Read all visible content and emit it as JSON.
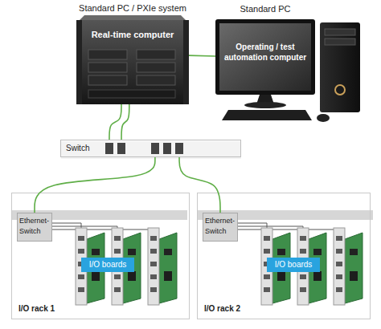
{
  "diagram": {
    "nodes": [
      {
        "text": [
          "Standard PC / PXIe system",
          "Real-time computer"
        ]
      },
      {
        "text": [
          "Standard PC",
          "Operating / test automation computer"
        ]
      },
      {
        "text": [
          "Switch"
        ]
      },
      {
        "text": [
          "I/O rack 1"
        ]
      },
      {
        "text": [
          "Ethernet- Switch"
        ],
        "in": 3
      },
      {
        "text": [
          "I/O boards"
        ],
        "in": 3
      },
      {
        "text": [
          "I/O rack 2"
        ]
      },
      {
        "text": [
          "Ethernet- Switch"
        ],
        "in": 6
      },
      {
        "text": [
          "I/O boards"
        ],
        "in": 6
      }
    ],
    "edges": [
      {
        "from": 0,
        "to": 1,
        "arrow": "none"
      },
      {
        "from": 0,
        "to": 2,
        "arrow": "none"
      },
      {
        "from": 0,
        "to": 2,
        "arrow": "none"
      },
      {
        "from": 2,
        "to": 4,
        "arrow": "none"
      },
      {
        "from": 2,
        "to": 7,
        "arrow": "none"
      }
    ]
  }
}
